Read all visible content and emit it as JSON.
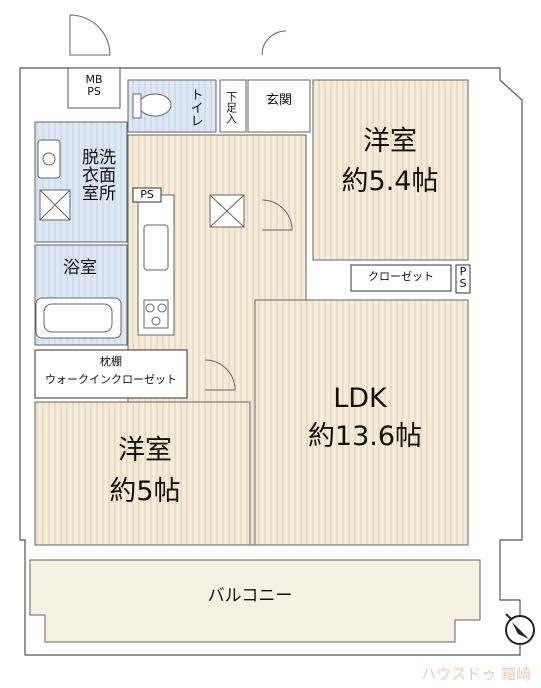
{
  "rooms": {
    "mb_ps": "MB\nPS",
    "toilet": "トイレ",
    "shoe_storage": "下足入",
    "entrance": "玄関",
    "western_room_1_name": "洋室",
    "western_room_1_size": "約5.4帖",
    "washroom": "脱洗\n衣面\n室所",
    "ps_1": "PS",
    "bathroom": "浴室",
    "closet": "クローゼット",
    "ps_2": "P\nS",
    "pillow_shelf": "枕棚",
    "walk_in_closet": "ウォークインクローゼット",
    "ldk_name": "LDK",
    "ldk_size": "約13.6帖",
    "western_room_2_name": "洋室",
    "western_room_2_size": "約5帖",
    "balcony": "バルコニー"
  },
  "watermark": "ハウスドゥ 箱崎",
  "compass_icon": "north-arrow-icon",
  "colors": {
    "floor": "#f4ecd8",
    "floor_stripe": "#e7dcc2",
    "wet_area": "#dbe7f3",
    "balcony": "#f6f1e3",
    "wall": "#ffffff",
    "wall_stroke": "#555555",
    "watermark": "#f4c9b4"
  }
}
